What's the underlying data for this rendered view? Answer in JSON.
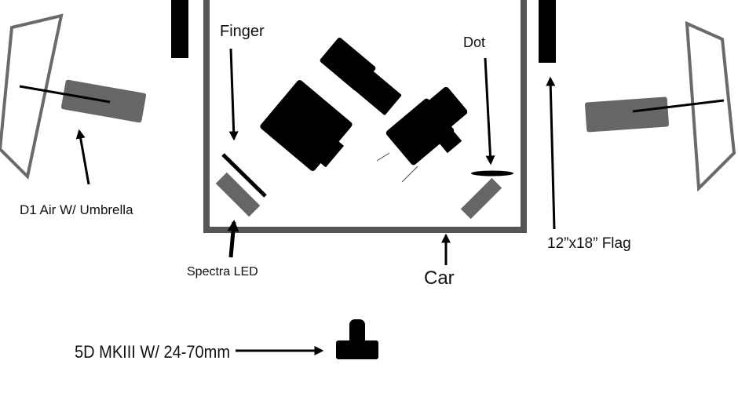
{
  "colors": {
    "frame": "#555555",
    "gray_fill": "#666666",
    "black": "#000000",
    "background": "#ffffff"
  },
  "labels": {
    "finger": "Finger",
    "dot": "Dot",
    "d1_air": "D1 Air W/ Umbrella",
    "spectra_led": "Spectra LED",
    "car": "Car",
    "flag": "12”x18” Flag",
    "camera": "5D MKIII W/ 24-70mm"
  },
  "icons": [
    "umbrella-left-icon",
    "umbrella-right-icon",
    "light-panel-icon",
    "camera-icon",
    "flag-icon",
    "arrow-icon"
  ]
}
